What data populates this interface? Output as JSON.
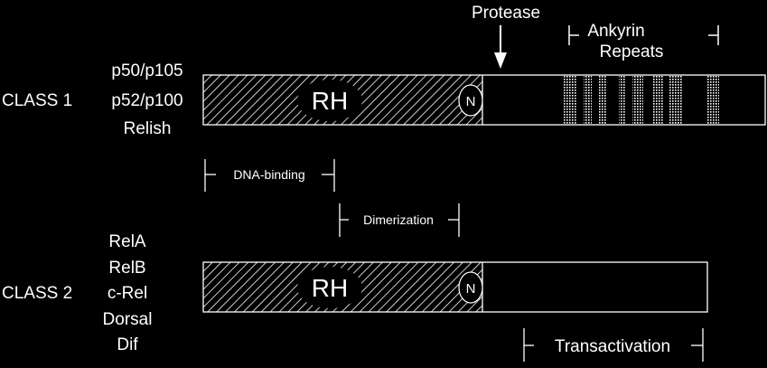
{
  "class1": {
    "label": "CLASS 1",
    "members": [
      "p50/p105",
      "p52/p100",
      "Relish"
    ]
  },
  "class2": {
    "label": "CLASS 2",
    "members": [
      "RelA",
      "RelB",
      "c-Rel",
      "Dorsal",
      "Dif"
    ]
  },
  "domains": {
    "rh": "RH",
    "n": "N"
  },
  "annotations": {
    "protease": "Protease",
    "ankyrin_line1": "Ankyrin",
    "ankyrin_line2": "Repeats",
    "dna_binding": "DNA-binding",
    "dimerization": "Dimerization",
    "transactivation": "Transactivation"
  },
  "colors": {
    "background": "#000000",
    "foreground": "#ffffff"
  }
}
